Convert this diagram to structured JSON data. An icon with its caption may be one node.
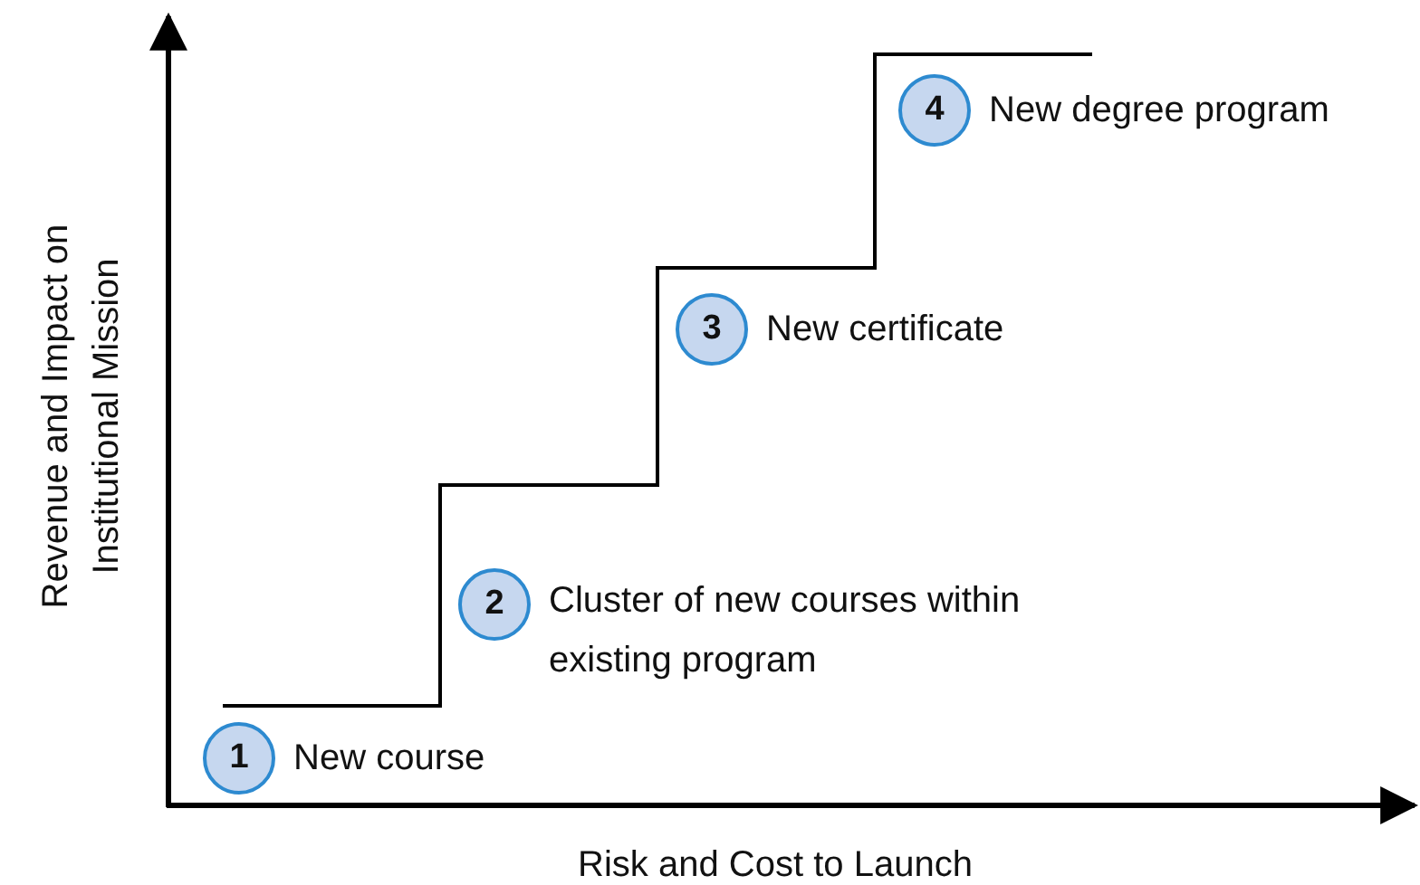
{
  "diagram": {
    "nodes": [
      {
        "text": [
          "1"
        ],
        "beside": [
          "New course"
        ]
      },
      {
        "text": [
          "2"
        ],
        "beside": [
          "Cluster of new courses within existing program"
        ]
      },
      {
        "text": [
          "3"
        ],
        "beside": [
          "New certificate"
        ]
      },
      {
        "text": [
          "4"
        ],
        "beside": [
          "New degree program"
        ]
      }
    ],
    "edges": [],
    "labels": [
      "Revenue and Impact on Institutional Mission",
      "Risk and Cost to Launch"
    ]
  }
}
